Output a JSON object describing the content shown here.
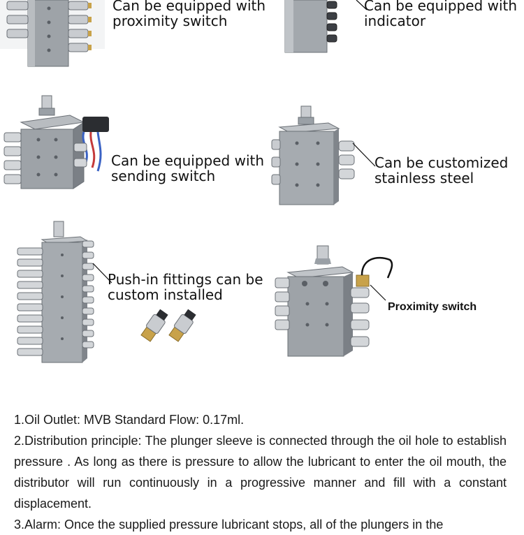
{
  "callouts": {
    "proximity_top": [
      "Can be equipped with",
      "proximity switch"
    ],
    "indicator": [
      "Can be equipped with",
      "indicator"
    ],
    "sending_switch": [
      "Can be equipped with",
      "sending switch"
    ],
    "stainless": [
      "Can be customized",
      "stainless steel"
    ],
    "push_in": [
      "Push-in fittings can be",
      "custom installed"
    ],
    "proximity_switch": "Proximity switch"
  },
  "description": [
    "1.Oil Outlet: MVB Standard Flow: 0.17ml.",
    "2.Distribution principle: The plunger sleeve is connected through the oil hole to establish pressure . As long as there is pressure to allow the lubricant to enter the oil mouth,  the distributor will run continuously in a progressive manner and fill with a constant displacement.",
    "3.Alarm: Once the supplied pressure lubricant stops, all of the plungers in the"
  ],
  "colors": {
    "metal_light": "#c9ccd0",
    "metal_mid": "#9aa0a6",
    "metal_dark": "#6b7076",
    "brass": "#c8a24a",
    "text": "#111111"
  }
}
